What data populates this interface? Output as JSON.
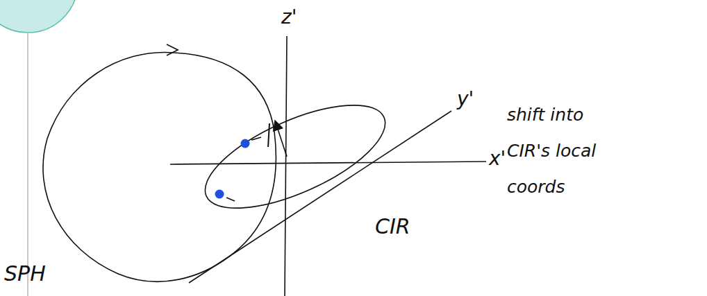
{
  "diagram": {
    "labels": [
      "z'",
      "y'",
      "x'",
      "shift into CIR's local coords",
      "CIR",
      "SPH"
    ]
  }
}
